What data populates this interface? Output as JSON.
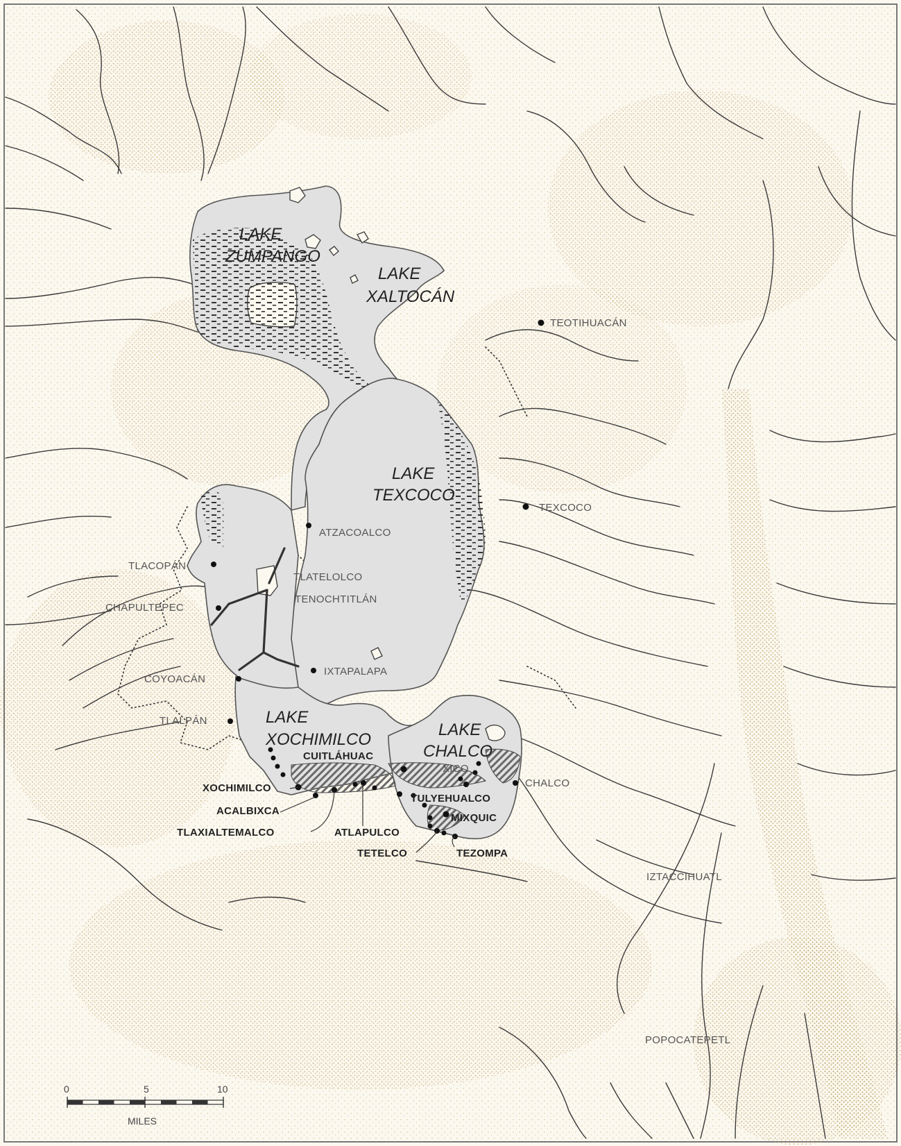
{
  "colors": {
    "paper": "#fbf8ef",
    "terrain": "#c9b07a",
    "lake": "#e1e1e1",
    "lake_border": "#555555",
    "river": "#3a3a3a",
    "chinampa": "#6a6a6a",
    "marsh": "#333333"
  },
  "lakes": [
    {
      "id": "zumpango",
      "line1": "LAKE",
      "line2": "ZUMPANGO"
    },
    {
      "id": "xaltocan",
      "line1": "LAKE",
      "line2": "XALTOCÁN"
    },
    {
      "id": "texcoco",
      "line1": "LAKE",
      "line2": "TEXCOCO"
    },
    {
      "id": "xochimilco",
      "line1": "LAKE",
      "line2": "XOCHIMILCO"
    },
    {
      "id": "chalco",
      "line1": "LAKE",
      "line2": "CHALCO"
    }
  ],
  "towns": [
    {
      "id": "teotihuacan",
      "name": "TEOTIHUACÁN"
    },
    {
      "id": "texcoco",
      "name": "TEXCOCO"
    },
    {
      "id": "atzacoalco",
      "name": "ATZACOALCO"
    },
    {
      "id": "tlacopan",
      "name": "TLACOPÁN"
    },
    {
      "id": "tlatelolco",
      "name": "TLATELOLCO"
    },
    {
      "id": "tenochtitlan",
      "name": "TENOCHTITLÁN"
    },
    {
      "id": "chapultepec",
      "name": "CHAPULTEPEC"
    },
    {
      "id": "coyoacan",
      "name": "COYOACÁN"
    },
    {
      "id": "ixtapalapa",
      "name": "IXTAPALAPA"
    },
    {
      "id": "tlalpan",
      "name": "TLALPÁN"
    },
    {
      "id": "xico",
      "name": "XICO"
    },
    {
      "id": "chalco",
      "name": "CHALCO"
    },
    {
      "id": "iztaccihuatl",
      "name": "IZTACCIHUATL"
    },
    {
      "id": "popocatepetl",
      "name": "POPOCATEPETL"
    }
  ],
  "chinampa_towns": [
    {
      "id": "cuitlahuac",
      "name": "CUITLÁHUAC"
    },
    {
      "id": "xochimilco",
      "name": "XOCHIMILCO"
    },
    {
      "id": "acalbixca",
      "name": "ACALBIXCA"
    },
    {
      "id": "tlaxialtemalco",
      "name": "TLAXIALTEMALCO"
    },
    {
      "id": "atlapulco",
      "name": "ATLAPULCO"
    },
    {
      "id": "tulyehualco",
      "name": "TULYEHUALCO"
    },
    {
      "id": "mixquic",
      "name": "MIXQUIC"
    },
    {
      "id": "tetelco",
      "name": "TETELCO"
    },
    {
      "id": "tezompa",
      "name": "TEZOMPA"
    }
  ],
  "scale": {
    "ticks": [
      "0",
      "5",
      "10"
    ],
    "unit": "MILES"
  }
}
